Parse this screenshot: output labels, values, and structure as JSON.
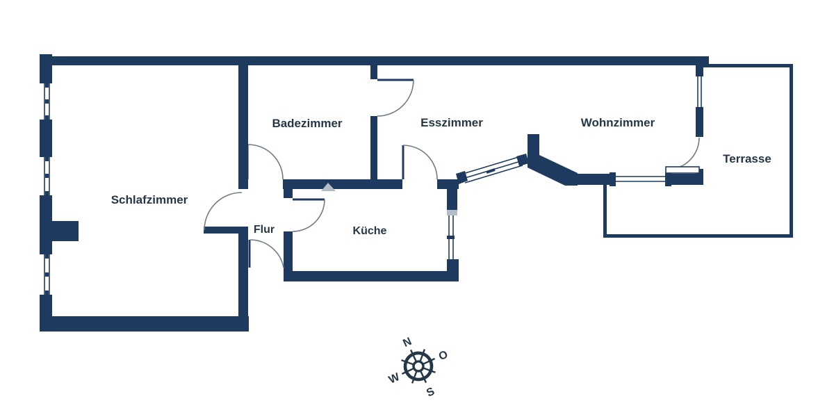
{
  "rooms": {
    "schlafzimmer": {
      "label": "Schlafzimmer"
    },
    "badezimmer": {
      "label": "Badezimmer"
    },
    "esszimmer": {
      "label": "Esszimmer"
    },
    "wohnzimmer": {
      "label": "Wohnzimmer"
    },
    "terrasse": {
      "label": "Terrasse"
    },
    "flur": {
      "label": "Flur"
    },
    "kueche": {
      "label": "Küche"
    }
  },
  "compass": {
    "north": "N",
    "east": "O",
    "south": "S",
    "west": "W"
  },
  "colors": {
    "wall": "#1e3a5e",
    "label": "#253746",
    "arc": "#707b88",
    "grey": "#b3bdc9",
    "bg": "#ffffff"
  }
}
